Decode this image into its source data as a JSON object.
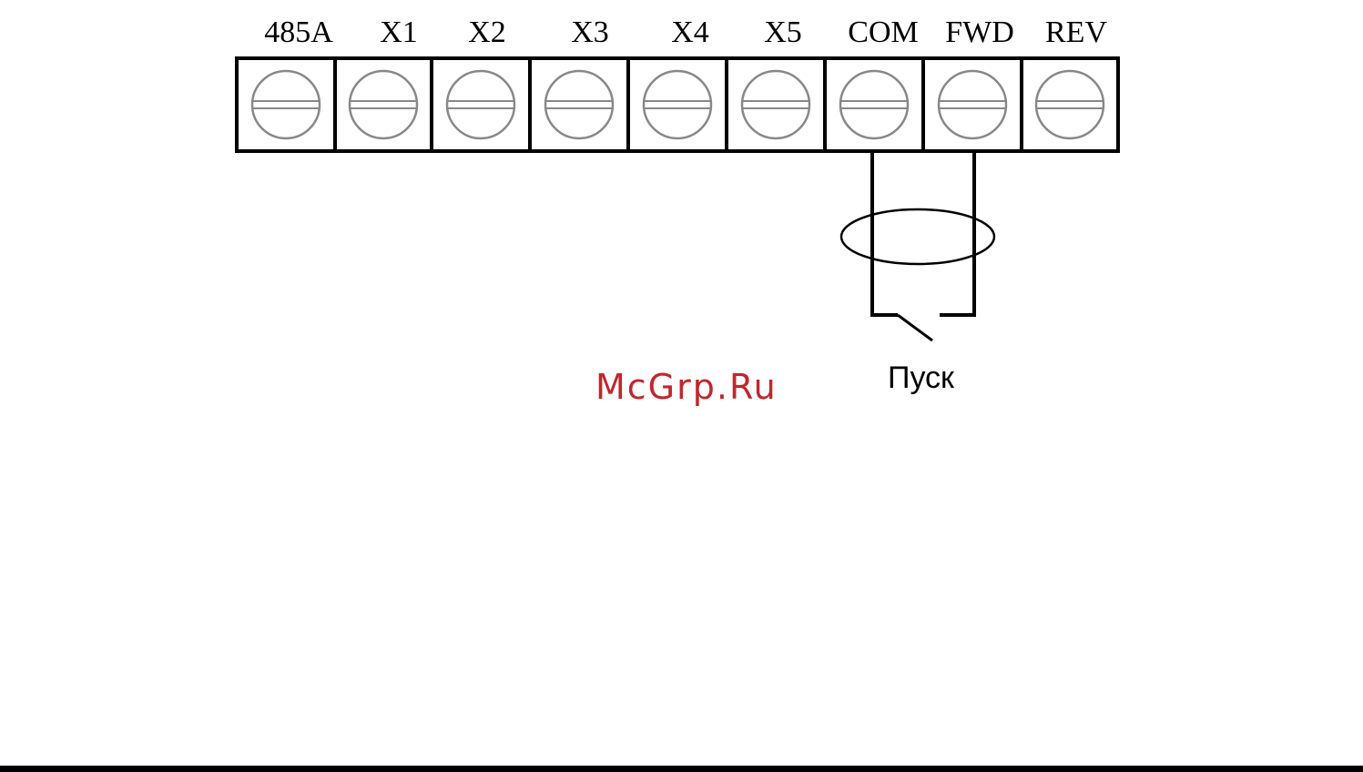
{
  "terminal_block": {
    "terminals": [
      "485A",
      "X1",
      "X2",
      "X3",
      "X4",
      "X5",
      "COM",
      "FWD",
      "REV"
    ]
  },
  "wiring": {
    "from_terminal": "COM",
    "to_terminal": "FWD",
    "switch_label": "Пуск"
  },
  "watermark": {
    "text": "McGrp.Ru",
    "color": "#c0272d"
  },
  "colors": {
    "line": "#000000",
    "screw": "#888888"
  }
}
